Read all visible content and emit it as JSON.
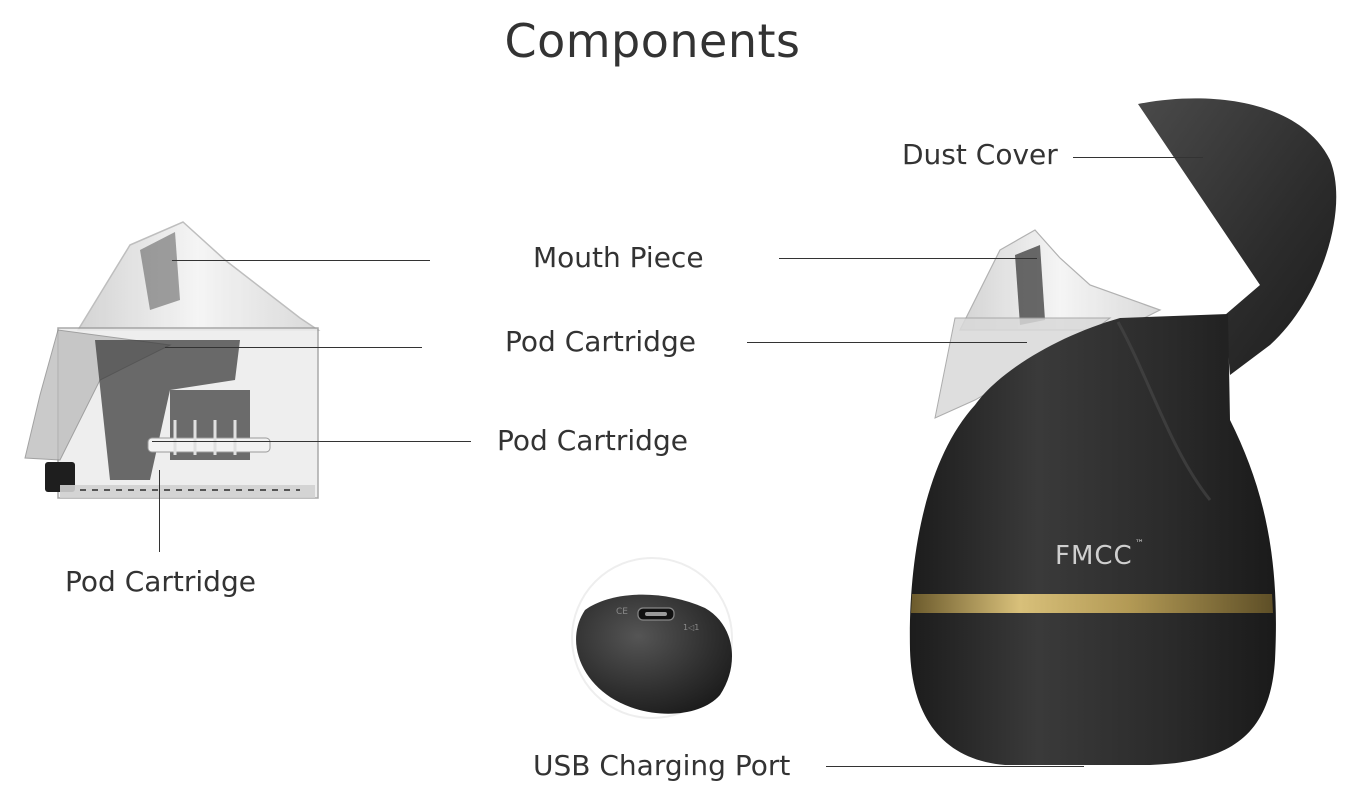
{
  "title": "Components",
  "labels": {
    "dust_cover": "Dust Cover",
    "mouth_piece": "Mouth Piece",
    "pod_cartridge_top": "Pod Cartridge",
    "pod_cartridge_middle": "Pod Cartridge",
    "pod_cartridge_bottom": "Pod Cartridge",
    "usb_charging_port": "USB Charging Port"
  },
  "device": {
    "brand_logo": "FMCC",
    "trademark": "™",
    "port_marks": [
      "CE",
      "1◁1"
    ]
  },
  "colors": {
    "text": "#333333",
    "device_body": "#2a2a2a",
    "gold_band": "#b39a55",
    "pod_clear": "#e6e6e6"
  },
  "icons": {
    "pod_cartridge_illustration": "pod-cartridge-icon",
    "device_illustration": "vape-device-icon",
    "usb_closeup": "usb-port-closeup-icon"
  }
}
